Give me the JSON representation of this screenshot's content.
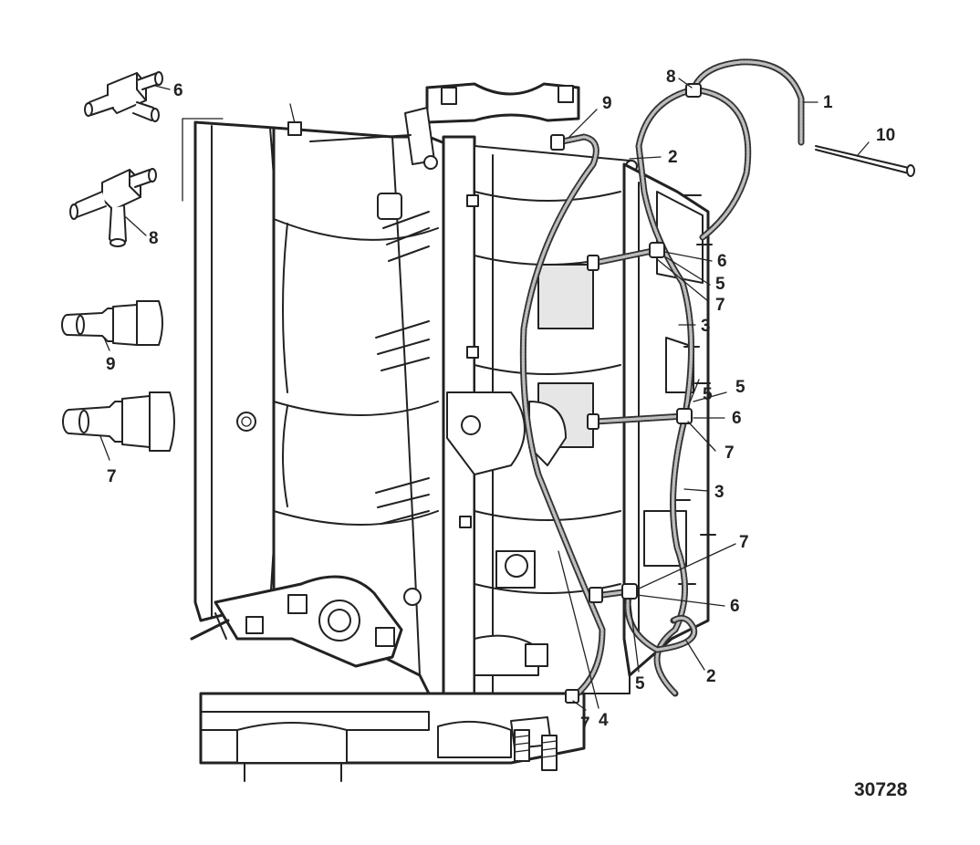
{
  "figure_number": "30728",
  "parts": [
    {
      "id": "tee-fitting",
      "label": "6",
      "icon": "tee-fitting-icon"
    },
    {
      "id": "elbow-tee-fitting",
      "label": "8",
      "icon": "elbow-tee-fitting-icon"
    },
    {
      "id": "straight-fitting-small",
      "label": "9",
      "icon": "straight-fitting-icon"
    },
    {
      "id": "straight-fitting-large",
      "label": "7",
      "icon": "straight-fitting-icon"
    }
  ],
  "callouts": [
    "8",
    "1",
    "9",
    "10",
    "2",
    "6",
    "5",
    "7",
    "3",
    "5",
    "5",
    "6",
    "7",
    "3",
    "7",
    "6",
    "2",
    "5",
    "7",
    "4"
  ]
}
